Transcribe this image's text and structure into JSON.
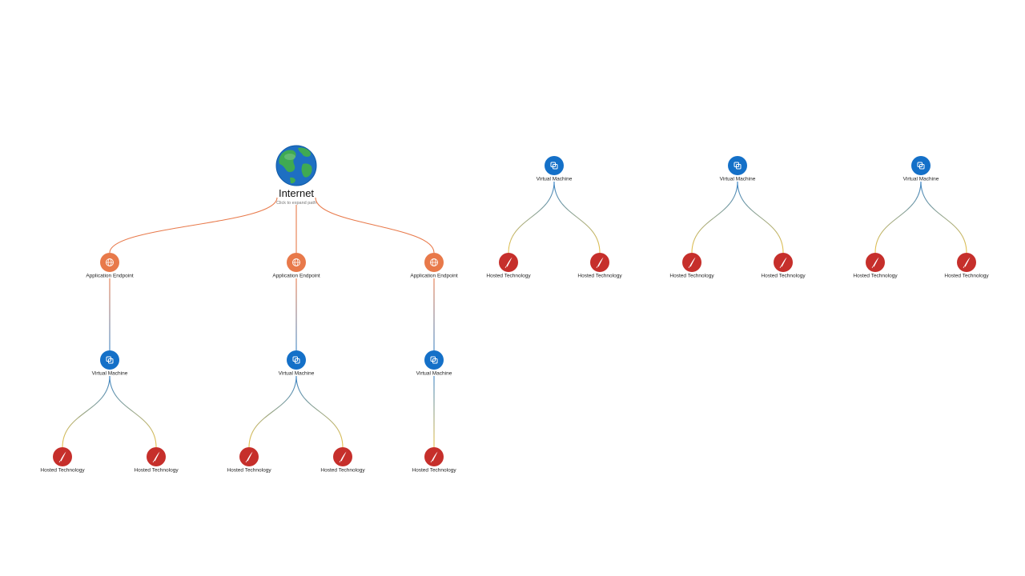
{
  "root": {
    "title": "Internet",
    "subtitle": "Click to expand path",
    "icon": "globe-earth-icon"
  },
  "node_types": {
    "endpoint": {
      "label": "Application Endpoint",
      "color": "#e8794a",
      "icon": "globe-icon"
    },
    "vm": {
      "label": "Virtual Machine",
      "color": "#1470c8",
      "icon": "copy-windows-icon"
    },
    "tech": {
      "label": "Hosted Technology",
      "color": "#c62f2b",
      "icon": "feather-icon"
    }
  },
  "edge_colors": {
    "internet_to_endpoint": "#e8794a",
    "endpoint_to_vm_top": "#e8794a",
    "endpoint_to_vm_bottom": "#3f86c6",
    "vm_to_tech_top": "#3f86c6",
    "vm_to_tech_bottom": "#e9c24a"
  },
  "path_groups": [
    {
      "endpoint": "Application Endpoint",
      "vm": "Virtual Machine",
      "technologies": [
        "Hosted Technology",
        "Hosted Technology"
      ]
    },
    {
      "endpoint": "Application Endpoint",
      "vm": "Virtual Machine",
      "technologies": [
        "Hosted Technology",
        "Hosted Technology"
      ]
    },
    {
      "endpoint": "Application Endpoint",
      "vm": "Virtual Machine",
      "technologies": [
        "Hosted Technology"
      ]
    }
  ],
  "standalone_groups": [
    {
      "vm": "Virtual Machine",
      "technologies": [
        "Hosted Technology",
        "Hosted Technology"
      ]
    },
    {
      "vm": "Virtual Machine",
      "technologies": [
        "Hosted Technology",
        "Hosted Technology"
      ]
    },
    {
      "vm": "Virtual Machine",
      "technologies": [
        "Hosted Technology",
        "Hosted Technology"
      ]
    }
  ]
}
